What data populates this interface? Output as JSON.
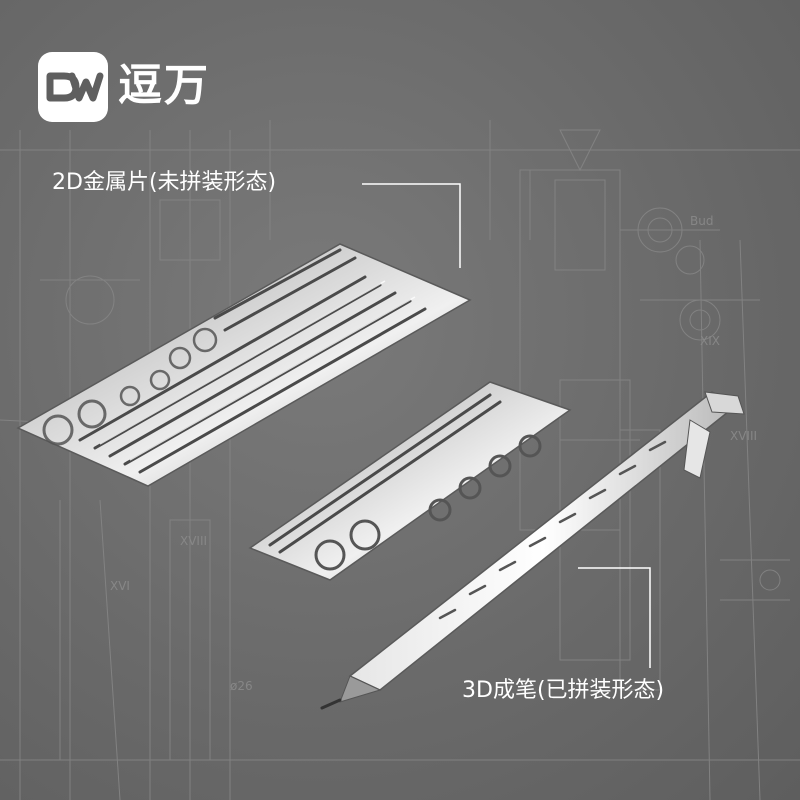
{
  "brand": {
    "logo_icon": "dw-logo-icon",
    "logo_text": "DW",
    "name": "逗万",
    "logo_bg": "#ffffff",
    "logo_fg": "#5f5f5f"
  },
  "callouts": {
    "flat_sheet": "2D金属片(未拼装形态)",
    "assembled_pen": "3D成笔(已拼装形态)"
  },
  "colors": {
    "background": "#6d6d6d",
    "text": "#ffffff",
    "leader_line": "#ffffff",
    "blueprint_line": "#8c8c8c",
    "metal_light": "#f2f2f2",
    "metal_dark": "#4a4a4a"
  },
  "illustration": {
    "background_icon": "rocket-blueprint-icon",
    "large_sheet_icon": "metal-sheet-large-icon",
    "small_sheet_icon": "metal-sheet-small-icon",
    "pen_icon": "mechanical-pencil-icon"
  }
}
